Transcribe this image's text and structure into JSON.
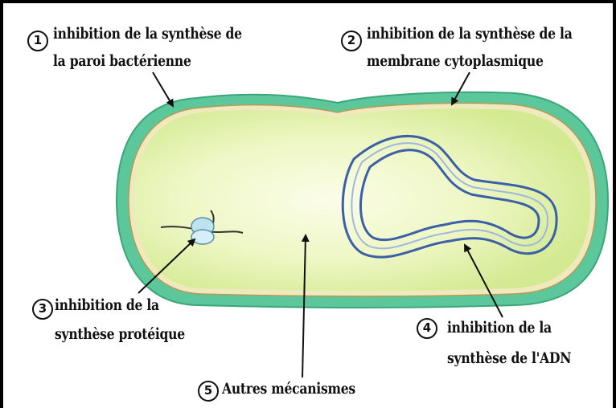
{
  "labels": {
    "l1": {
      "num": "1",
      "line1": "inhibition de la synthèse de",
      "line2": "la paroi bactérienne"
    },
    "l2": {
      "num": "2",
      "line1": "inhibition de la synthèse de la",
      "line2": "membrane cytoplasmique"
    },
    "l3": {
      "num": "3",
      "line1": "inhibition de la",
      "line2": "synthèse protéique"
    },
    "l4": {
      "num": "4",
      "line1": "inhibition de la",
      "line2": "synthèse de l'ADN"
    },
    "l5": {
      "num": "5",
      "line1": "Autres mécanismes"
    }
  },
  "colors": {
    "cell_wall": "#5cc79a",
    "cell_wall_edge": "#3aa679",
    "membrane": "#c9b56a",
    "cytoplasm_center": "#fbfde8",
    "cytoplasm_edge": "#d7ec9a",
    "dna": "#3b5fa8",
    "ribosome": "#bfe3ee"
  }
}
